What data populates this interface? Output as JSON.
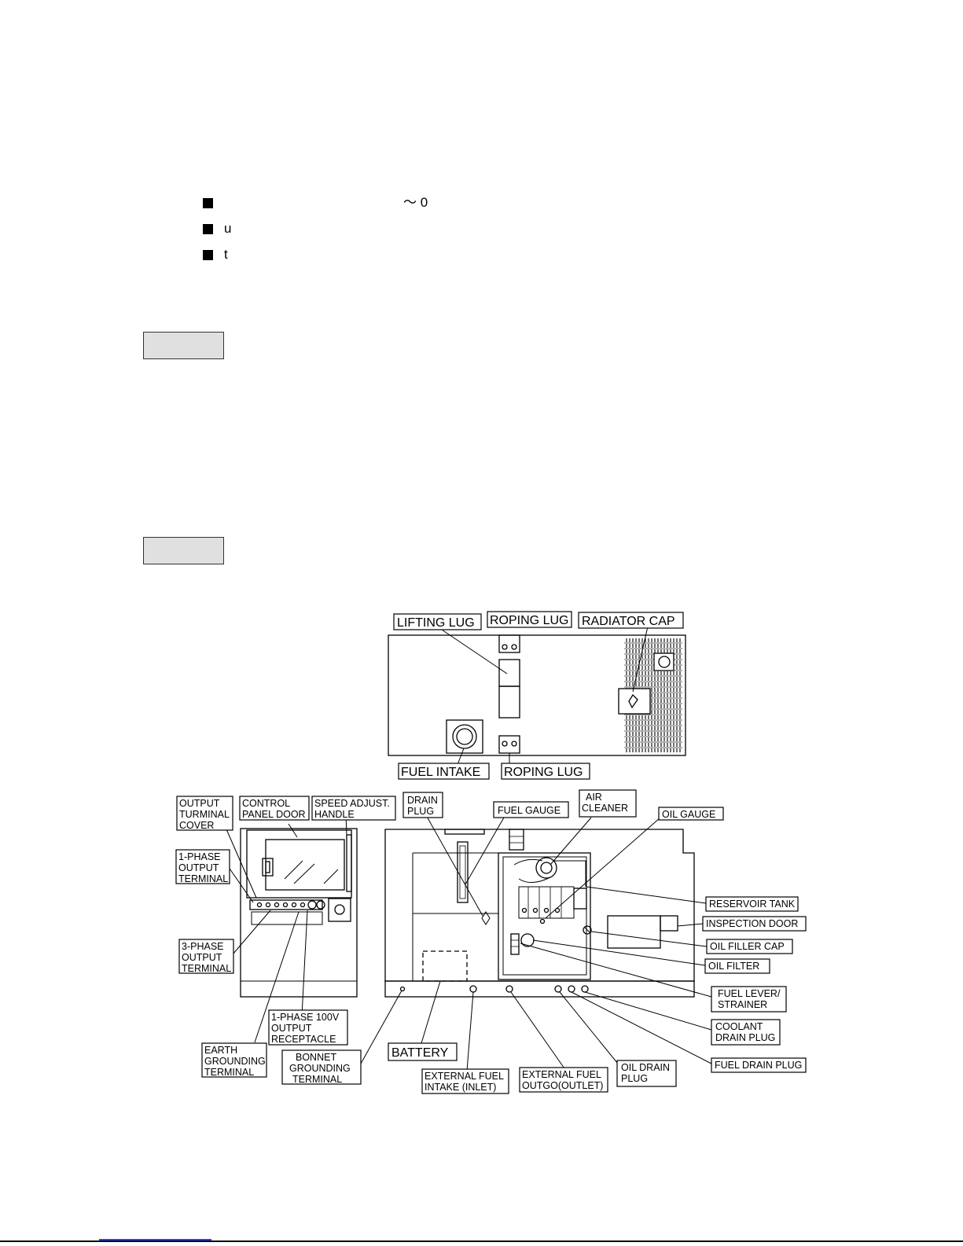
{
  "bullets": [
    {
      "text": "",
      "suffix": "～ 0"
    },
    {
      "text": "u",
      "suffix": ""
    },
    {
      "text": "t",
      "suffix": ""
    }
  ],
  "top_view": {
    "lifting_lug": "LIFTING LUG",
    "roping_lug_top": "ROPING LUG",
    "radiator_cap": "RADIATOR CAP",
    "fuel_intake": "FUEL INTAKE",
    "roping_lug_bottom": "ROPING LUG"
  },
  "front_view": {
    "output_terminal_cover": [
      "OUTPUT",
      "TURMINAL",
      "COVER"
    ],
    "control_panel_door": [
      "CONTROL",
      "PANEL DOOR"
    ],
    "speed_adjust_handle": [
      "SPEED ADJUST.",
      "HANDLE"
    ],
    "one_phase_output_terminal": [
      "1-PHASE",
      "OUTPUT",
      "TERMINAL"
    ],
    "three_phase_output_terminal": [
      "3-PHASE",
      "OUTPUT",
      "TERMINAL"
    ],
    "one_phase_100v_receptacle": [
      "1-PHASE 100V",
      "OUTPUT",
      "RECEPTACLE"
    ],
    "earth_grounding_terminal": [
      "EARTH",
      "GROUNDING",
      "TERMINAL"
    ],
    "bonnet_grounding_terminal": [
      "BONNET",
      "GROUNDING",
      "TERMINAL"
    ]
  },
  "side_view": {
    "drain_plug": [
      "DRAIN",
      "PLUG"
    ],
    "fuel_gauge": "FUEL GAUGE",
    "air_cleaner": [
      "AIR",
      "CLEANER"
    ],
    "oil_gauge": "OIL GAUGE",
    "reservoir_tank": "RESERVOIR TANK",
    "inspection_door": "INSPECTION DOOR",
    "oil_filler_cap": "OIL FILLER CAP",
    "oil_filter": "OIL FILTER",
    "fuel_lever_strainer": [
      "FUEL LEVER/",
      "STRAINER"
    ],
    "coolant_drain_plug": [
      "COOLANT",
      "DRAIN PLUG"
    ],
    "fuel_drain_plug": "FUEL DRAIN PLUG",
    "battery": "BATTERY",
    "external_fuel_intake": [
      "EXTERNAL FUEL",
      "INTAKE (INLET)"
    ],
    "external_fuel_outgo": [
      "EXTERNAL FUEL",
      "OUTGO(OUTLET)"
    ],
    "oil_drain_plug": [
      "OIL DRAIN",
      "PLUG"
    ]
  }
}
